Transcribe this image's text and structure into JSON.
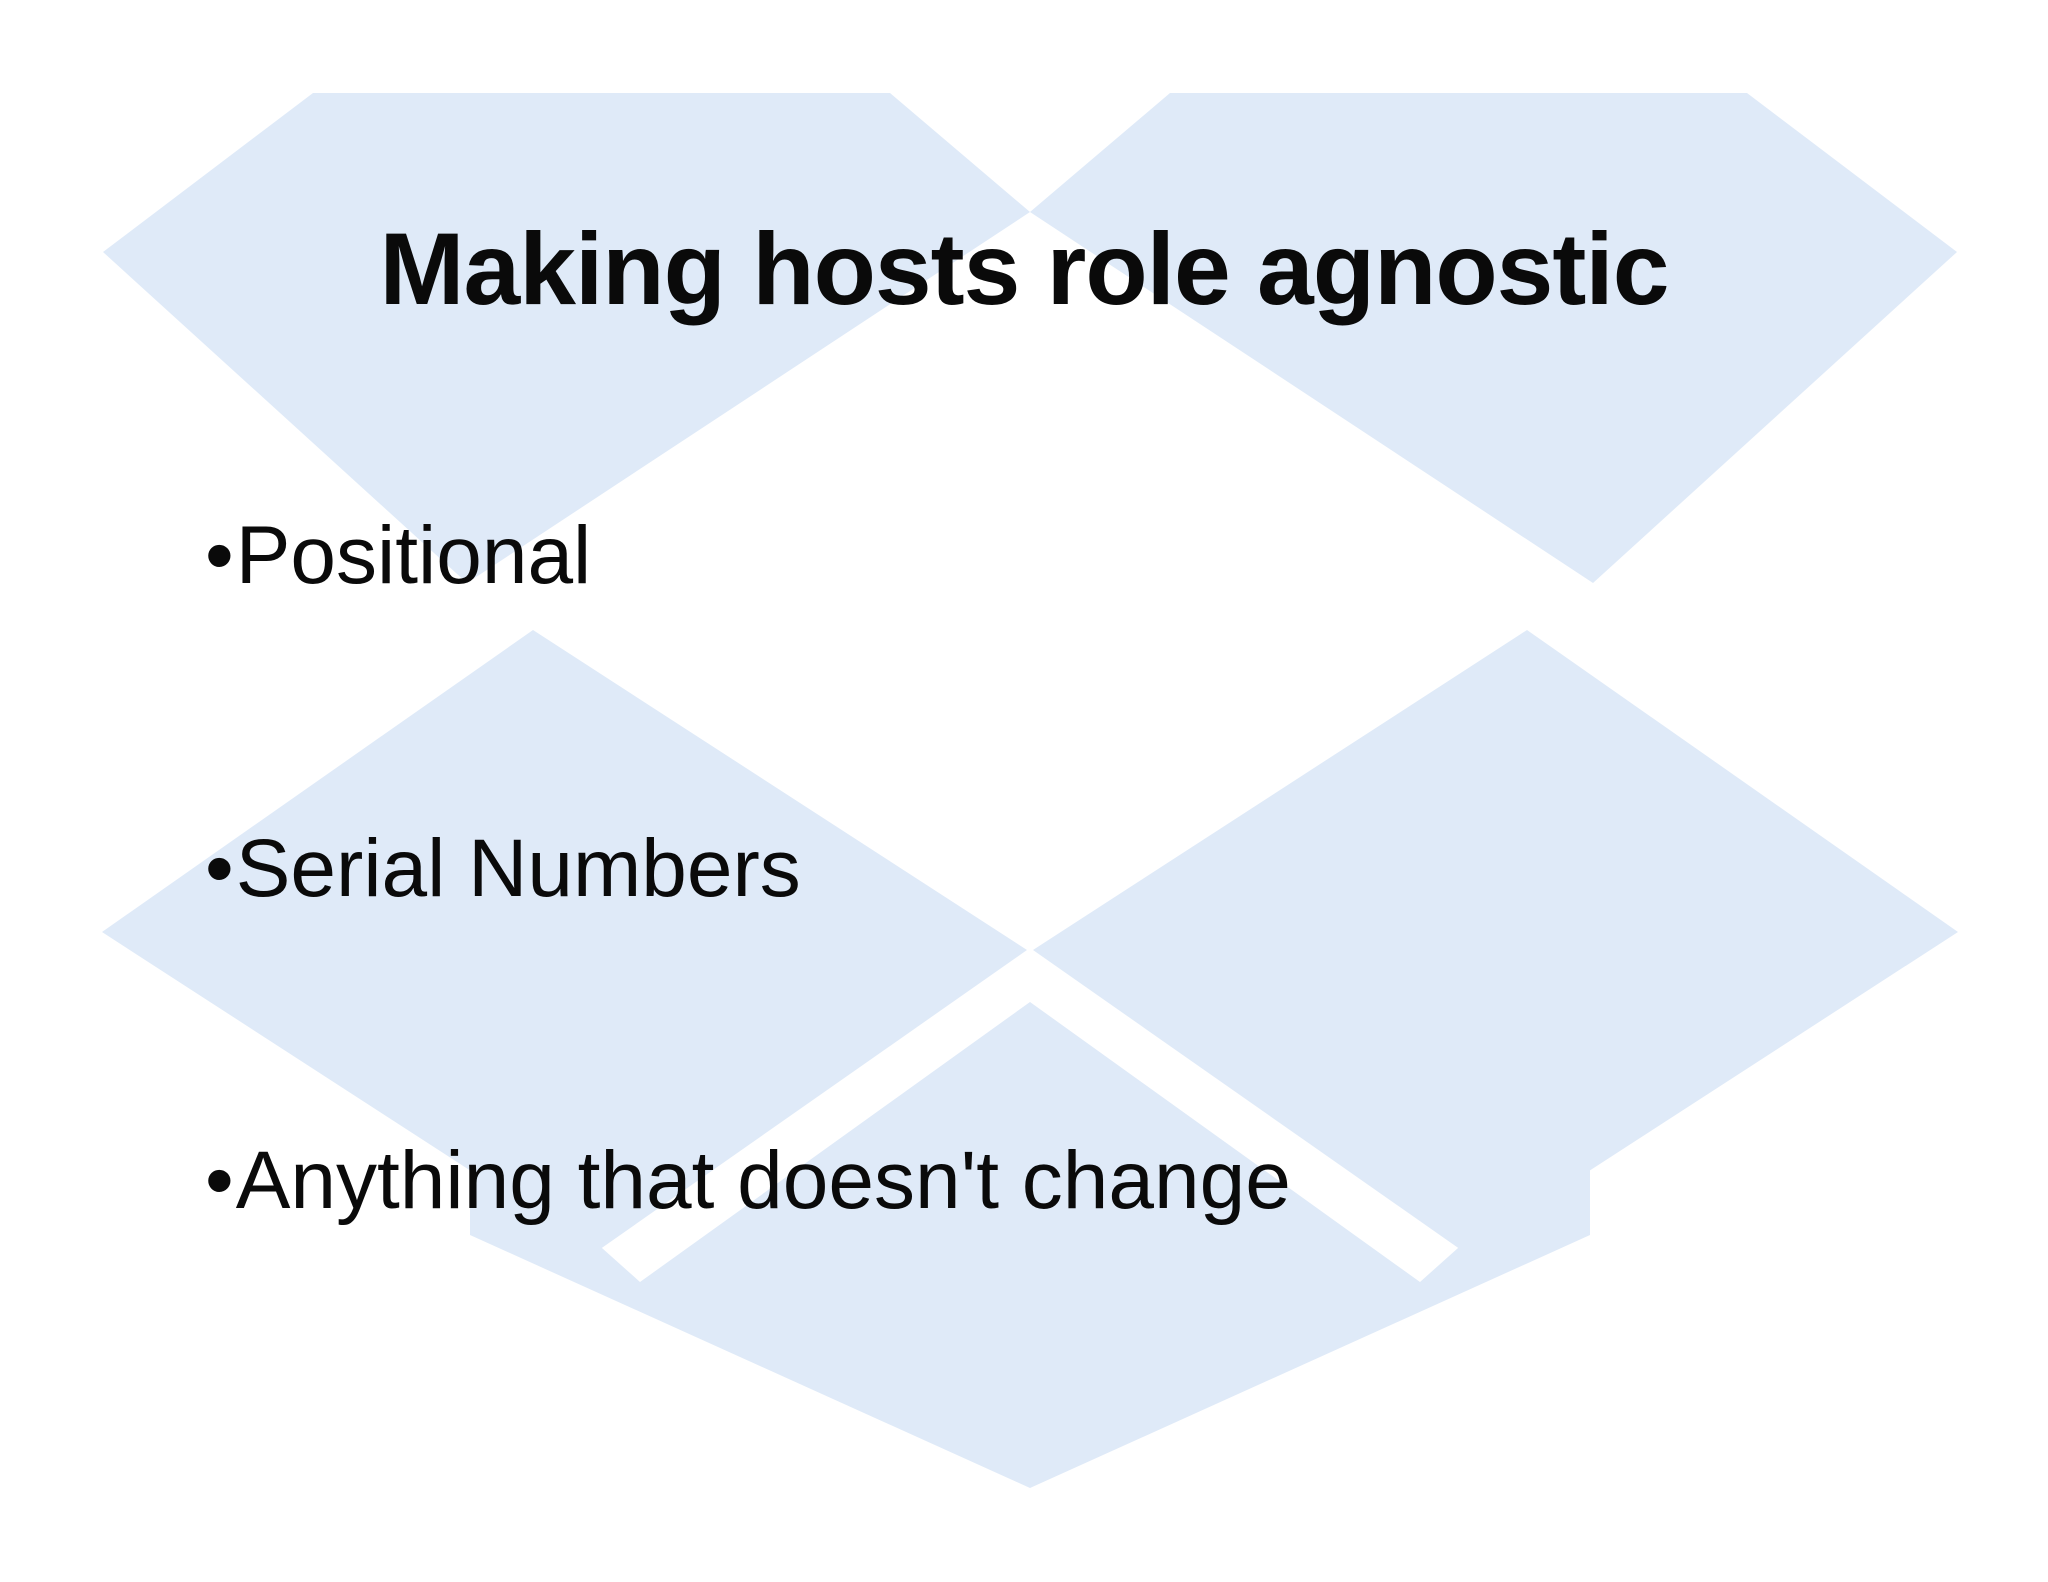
{
  "slide": {
    "title": "Making hosts role agnostic",
    "bullet_char": "•",
    "bullets": [
      "Positional",
      "Serial Numbers",
      "Anything that doesn't change"
    ],
    "colors": {
      "background": "#ffffff",
      "logo_blue": "#dfeaf8",
      "text": "#0a0a0a"
    },
    "watermark": "dropbox-open-box-logo"
  }
}
